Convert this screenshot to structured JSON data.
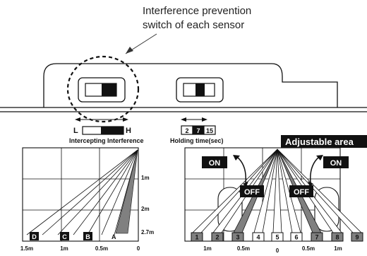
{
  "callout": {
    "line1": "Interference prevention",
    "line2": "switch of each sensor"
  },
  "left_switch": {
    "low_label": "L",
    "high_label": "H",
    "caption": "Intercepting Interference"
  },
  "right_switch": {
    "values": [
      "2",
      "7",
      "15"
    ],
    "selected": "7",
    "caption": "Holding time(sec)"
  },
  "left_chart": {
    "height_labels": [
      "1m",
      "2m",
      "2.7m"
    ],
    "zone_labels": [
      "D",
      "C",
      "B",
      "A"
    ],
    "distance_labels": [
      "1.5m",
      "1m",
      "0.5m",
      "0"
    ]
  },
  "right_chart": {
    "title": "Adjustable area",
    "on_labels": [
      "ON",
      "ON"
    ],
    "off_labels": [
      "OFF",
      "OFF"
    ],
    "zone_numbers": [
      "1",
      "2",
      "3",
      "4",
      "5",
      "6",
      "7",
      "8",
      "9"
    ],
    "distance_labels": [
      "1m",
      "0.5m",
      "0",
      "0.5m",
      "1m"
    ]
  },
  "colors": {
    "ink": "#111111",
    "shaded": "#808080",
    "background": "#ffffff"
  }
}
